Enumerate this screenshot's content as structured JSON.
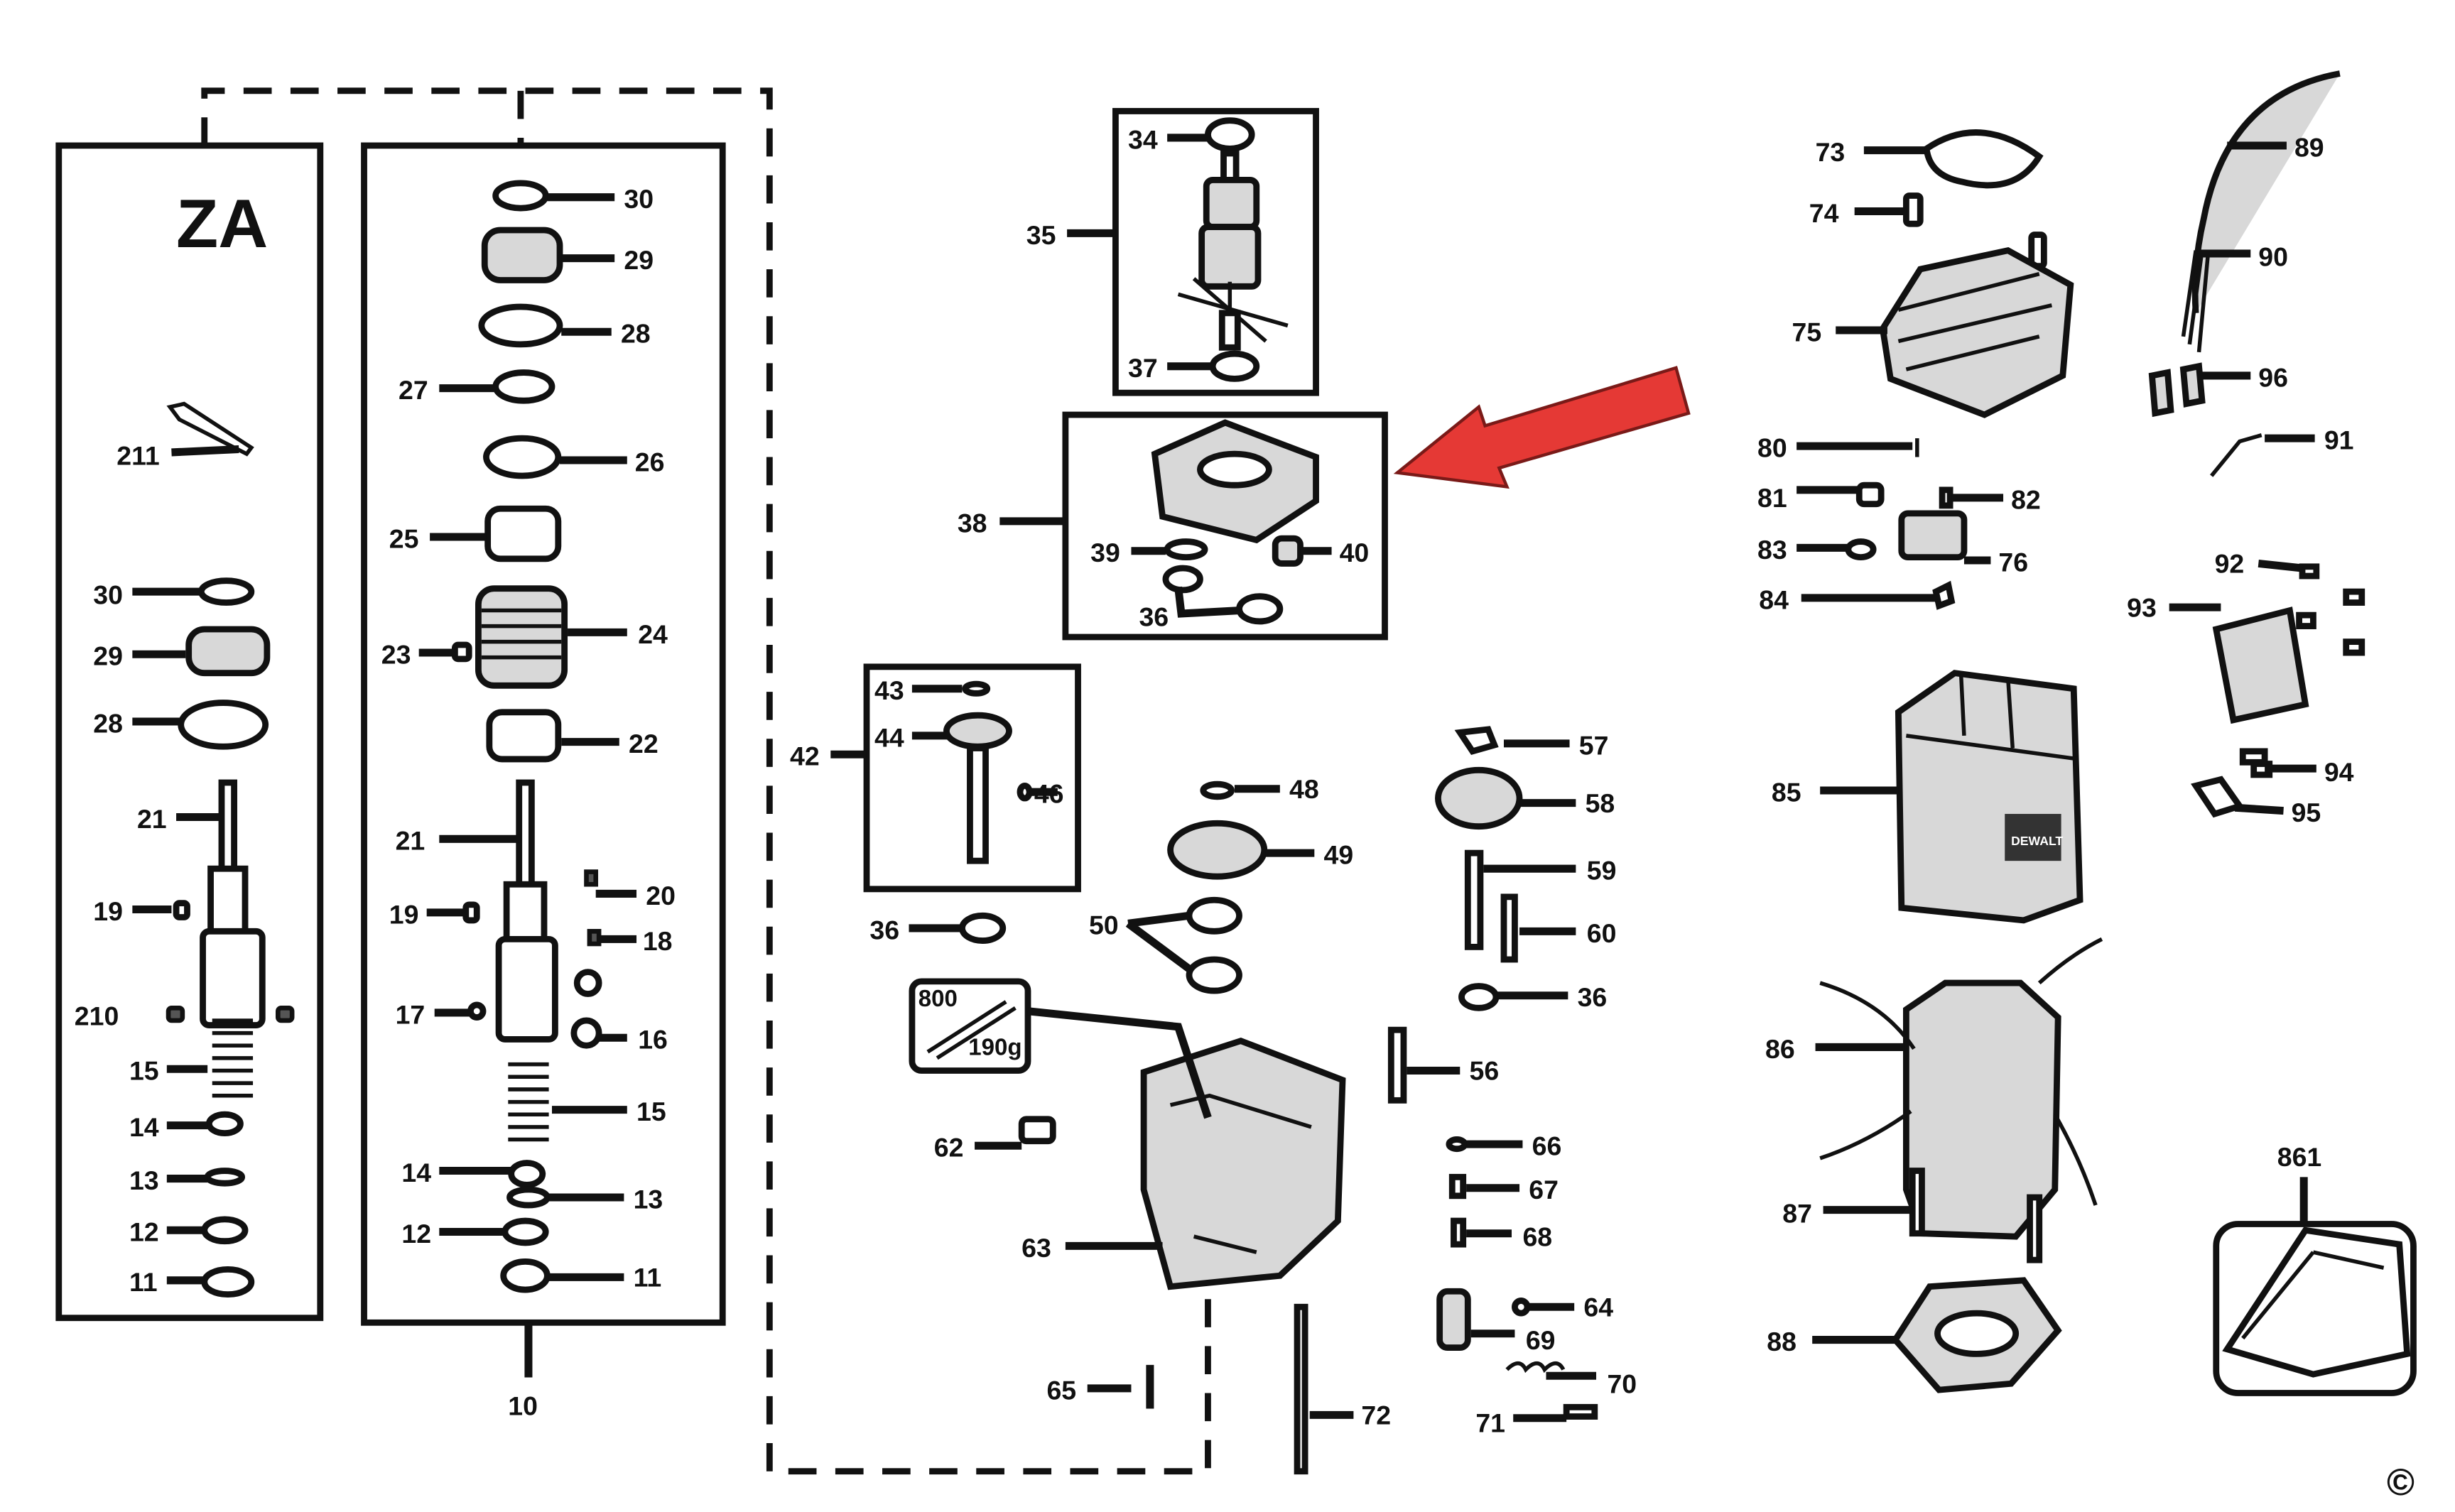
{
  "group_label": "ZA",
  "callouts": [
    "30",
    "29",
    "28",
    "27",
    "26",
    "25",
    "24",
    "23",
    "22",
    "21",
    "20",
    "19",
    "18",
    "17",
    "16",
    "15",
    "14",
    "13",
    "12",
    "11",
    "10",
    "211",
    "210",
    "34",
    "35",
    "37",
    "38",
    "39",
    "40",
    "36",
    "42",
    "43",
    "44",
    "46",
    "48",
    "49",
    "50",
    "57",
    "58",
    "59",
    "60",
    "56",
    "62",
    "63",
    "65",
    "66",
    "67",
    "68",
    "64",
    "69",
    "70",
    "71",
    "72",
    "73",
    "74",
    "75",
    "80",
    "81",
    "82",
    "83",
    "84",
    "76",
    "85",
    "86",
    "87",
    "88",
    "89",
    "90",
    "96",
    "91",
    "92",
    "93",
    "94",
    "95",
    "861"
  ],
  "grease_label_top": "800",
  "grease_label_bottom": "190g",
  "copyright_symbol": "©",
  "highlight_arrow_color": "#e53935",
  "brand_text": "DEWALT"
}
